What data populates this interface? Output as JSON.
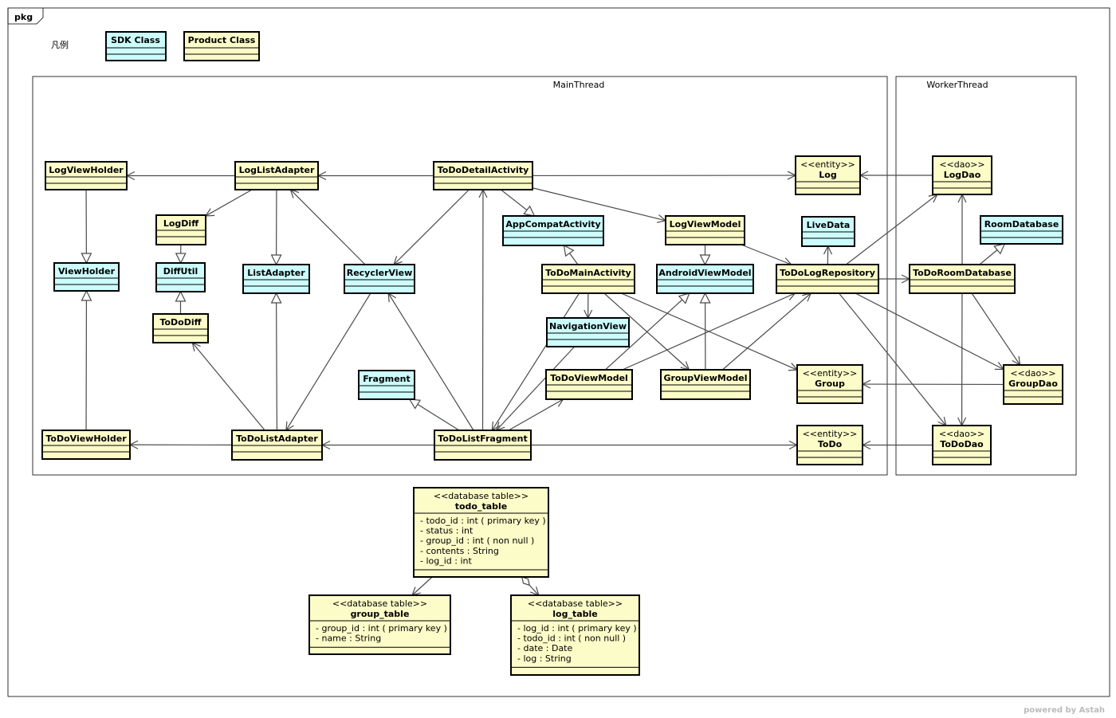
{
  "package": {
    "tab_label": "pkg"
  },
  "legend": {
    "title": "凡例",
    "sdk_label": "SDK Class",
    "product_label": "Product Class"
  },
  "colors": {
    "sdk": "#ccfcfc",
    "product": "#fcfcc8",
    "edge": "#4a4a4a"
  },
  "frames": [
    {
      "id": "main",
      "label": "MainThread"
    },
    {
      "id": "worker",
      "label": "WorkerThread"
    }
  ],
  "classes": [
    {
      "id": "LogViewHolder",
      "name": "LogViewHolder",
      "kind": "product"
    },
    {
      "id": "LogListAdapter",
      "name": "LogListAdapter",
      "kind": "product"
    },
    {
      "id": "ToDoDetailActivity",
      "name": "ToDoDetailActivity",
      "kind": "product"
    },
    {
      "id": "Log",
      "stereotype": "<<entity>>",
      "name": "Log",
      "kind": "product"
    },
    {
      "id": "LogDao",
      "stereotype": "<<dao>>",
      "name": "LogDao",
      "kind": "product"
    },
    {
      "id": "LogDiff",
      "name": "LogDiff",
      "kind": "product"
    },
    {
      "id": "AppCompatActivity",
      "name": "AppCompatActivity",
      "kind": "sdk"
    },
    {
      "id": "LogViewModel",
      "name": "LogViewModel",
      "kind": "product"
    },
    {
      "id": "LiveData",
      "name": "LiveData",
      "kind": "sdk"
    },
    {
      "id": "RoomDatabase",
      "name": "RoomDatabase",
      "kind": "sdk"
    },
    {
      "id": "ViewHolder",
      "name": "ViewHolder",
      "kind": "sdk"
    },
    {
      "id": "DiffUtil",
      "name": "DiffUtil",
      "kind": "sdk"
    },
    {
      "id": "ListAdapter",
      "name": "ListAdapter",
      "kind": "sdk"
    },
    {
      "id": "RecyclerView",
      "name": "RecyclerView",
      "kind": "sdk"
    },
    {
      "id": "ToDoMainActivity",
      "name": "ToDoMainActivity",
      "kind": "product"
    },
    {
      "id": "AndroidViewModel",
      "name": "AndroidViewModel",
      "kind": "sdk"
    },
    {
      "id": "ToDoLogRepository",
      "name": "ToDoLogRepository",
      "kind": "product"
    },
    {
      "id": "ToDoRoomDatabase",
      "name": "ToDoRoomDatabase",
      "kind": "product"
    },
    {
      "id": "ToDoDiff",
      "name": "ToDoDiff",
      "kind": "product"
    },
    {
      "id": "NavigationView",
      "name": "NavigationView",
      "kind": "sdk"
    },
    {
      "id": "Fragment",
      "name": "Fragment",
      "kind": "sdk"
    },
    {
      "id": "ToDoViewModel",
      "name": "ToDoViewModel",
      "kind": "product"
    },
    {
      "id": "GroupViewModel",
      "name": "GroupViewModel",
      "kind": "product"
    },
    {
      "id": "Group",
      "stereotype": "<<entity>>",
      "name": "Group",
      "kind": "product"
    },
    {
      "id": "GroupDao",
      "stereotype": "<<dao>>",
      "name": "GroupDao",
      "kind": "product"
    },
    {
      "id": "ToDoViewHolder",
      "name": "ToDoViewHolder",
      "kind": "product"
    },
    {
      "id": "ToDoListAdapter",
      "name": "ToDoListAdapter",
      "kind": "product"
    },
    {
      "id": "ToDoListFragment",
      "name": "ToDoListFragment",
      "kind": "product"
    },
    {
      "id": "ToDo",
      "stereotype": "<<entity>>",
      "name": "ToDo",
      "kind": "product"
    },
    {
      "id": "ToDoDao",
      "stereotype": "<<dao>>",
      "name": "ToDoDao",
      "kind": "product"
    },
    {
      "id": "todo_table",
      "stereotype": "<<database table>>",
      "name": "todo_table",
      "kind": "product",
      "attributes": [
        "- todo_id : int ( primary key )",
        "- status : int",
        "- group_id : int ( non null )",
        "- contents : String",
        "- log_id : int"
      ]
    },
    {
      "id": "group_table",
      "stereotype": "<<database table>>",
      "name": "group_table",
      "kind": "product",
      "attributes": [
        "- group_id : int ( primary key )",
        "- name : String"
      ]
    },
    {
      "id": "log_table",
      "stereotype": "<<database table>>",
      "name": "log_table",
      "kind": "product",
      "attributes": [
        "- log_id : int ( primary key )",
        "- todo_id : int ( non null )",
        "- date : Date",
        "- log : String"
      ]
    }
  ],
  "relations": [
    {
      "from": "LogListAdapter",
      "to": "LogViewHolder",
      "type": "assoc"
    },
    {
      "from": "ToDoDetailActivity",
      "to": "LogListAdapter",
      "type": "assoc"
    },
    {
      "from": "ToDoDetailActivity",
      "to": "Log",
      "type": "assoc"
    },
    {
      "from": "LogDao",
      "to": "Log",
      "type": "assoc"
    },
    {
      "from": "LogViewHolder",
      "to": "ViewHolder",
      "type": "generalization"
    },
    {
      "from": "LogListAdapter",
      "to": "LogDiff",
      "type": "assoc"
    },
    {
      "from": "LogListAdapter",
      "to": "ListAdapter",
      "type": "generalization"
    },
    {
      "from": "LogDiff",
      "to": "DiffUtil",
      "type": "generalization"
    },
    {
      "from": "ToDoDiff",
      "to": "DiffUtil",
      "type": "generalization"
    },
    {
      "from": "ToDoDetailActivity",
      "to": "RecyclerView",
      "type": "assoc"
    },
    {
      "from": "ToDoDetailActivity",
      "to": "AppCompatActivity",
      "type": "generalization"
    },
    {
      "from": "ToDoDetailActivity",
      "to": "LogViewModel",
      "type": "assoc"
    },
    {
      "from": "RecyclerView",
      "to": "LogListAdapter",
      "type": "assoc"
    },
    {
      "from": "ToDoMainActivity",
      "to": "AppCompatActivity",
      "type": "generalization"
    },
    {
      "from": "LogViewModel",
      "to": "AndroidViewModel",
      "type": "generalization"
    },
    {
      "from": "LogViewModel",
      "to": "ToDoLogRepository",
      "type": "assoc"
    },
    {
      "from": "ToDoLogRepository",
      "to": "LiveData",
      "type": "assoc"
    },
    {
      "from": "ToDoLogRepository",
      "to": "LogDao",
      "type": "assoc"
    },
    {
      "from": "ToDoLogRepository",
      "to": "ToDoRoomDatabase",
      "type": "assoc"
    },
    {
      "from": "ToDoRoomDatabase",
      "to": "RoomDatabase",
      "type": "generalization"
    },
    {
      "from": "ToDoRoomDatabase",
      "to": "LogDao",
      "type": "assoc"
    },
    {
      "from": "ToDoRoomDatabase",
      "to": "GroupDao",
      "type": "assoc"
    },
    {
      "from": "ToDoRoomDatabase",
      "to": "ToDoDao",
      "type": "assoc"
    },
    {
      "from": "ToDoLogRepository",
      "to": "GroupDao",
      "type": "assoc"
    },
    {
      "from": "ToDoLogRepository",
      "to": "ToDoDao",
      "type": "assoc"
    },
    {
      "from": "ToDoMainActivity",
      "to": "NavigationView",
      "type": "assoc"
    },
    {
      "from": "ToDoMainActivity",
      "to": "Group",
      "type": "assoc"
    },
    {
      "from": "ToDoMainActivity",
      "to": "GroupViewModel",
      "type": "assoc"
    },
    {
      "from": "ToDoMainActivity",
      "to": "ToDoListFragment",
      "type": "assoc"
    },
    {
      "from": "ToDoViewModel",
      "to": "AndroidViewModel",
      "type": "generalization"
    },
    {
      "from": "GroupViewModel",
      "to": "AndroidViewModel",
      "type": "generalization"
    },
    {
      "from": "ToDoViewModel",
      "to": "ToDoLogRepository",
      "type": "assoc"
    },
    {
      "from": "GroupViewModel",
      "to": "ToDoLogRepository",
      "type": "assoc"
    },
    {
      "from": "GroupDao",
      "to": "Group",
      "type": "assoc"
    },
    {
      "from": "ToDoDao",
      "to": "ToDo",
      "type": "assoc"
    },
    {
      "from": "ToDoViewHolder",
      "to": "ViewHolder",
      "type": "generalization"
    },
    {
      "from": "ToDoListAdapter",
      "to": "ToDoViewHolder",
      "type": "assoc"
    },
    {
      "from": "ToDoListAdapter",
      "to": "ListAdapter",
      "type": "generalization"
    },
    {
      "from": "ToDoListAdapter",
      "to": "ToDoDiff",
      "type": "assoc"
    },
    {
      "from": "RecyclerView",
      "to": "ToDoListAdapter",
      "type": "assoc"
    },
    {
      "from": "ToDoListFragment",
      "to": "RecyclerView",
      "type": "assoc"
    },
    {
      "from": "ToDoListFragment",
      "to": "ToDoDetailActivity",
      "type": "assoc"
    },
    {
      "from": "ToDoListFragment",
      "to": "Fragment",
      "type": "generalization"
    },
    {
      "from": "ToDoListFragment",
      "to": "ToDoViewModel",
      "type": "assoc"
    },
    {
      "from": "ToDoListFragment",
      "to": "ToDoListAdapter",
      "type": "assoc"
    },
    {
      "from": "ToDoListFragment",
      "to": "ToDo",
      "type": "assoc"
    },
    {
      "from": "NavigationView",
      "to": "ToDoListFragment",
      "type": "assoc"
    },
    {
      "from": "todo_table",
      "to": "group_table",
      "type": "assoc"
    },
    {
      "from": "todo_table",
      "to": "log_table",
      "type": "aggregation"
    }
  ],
  "watermark": "powered by Astah"
}
